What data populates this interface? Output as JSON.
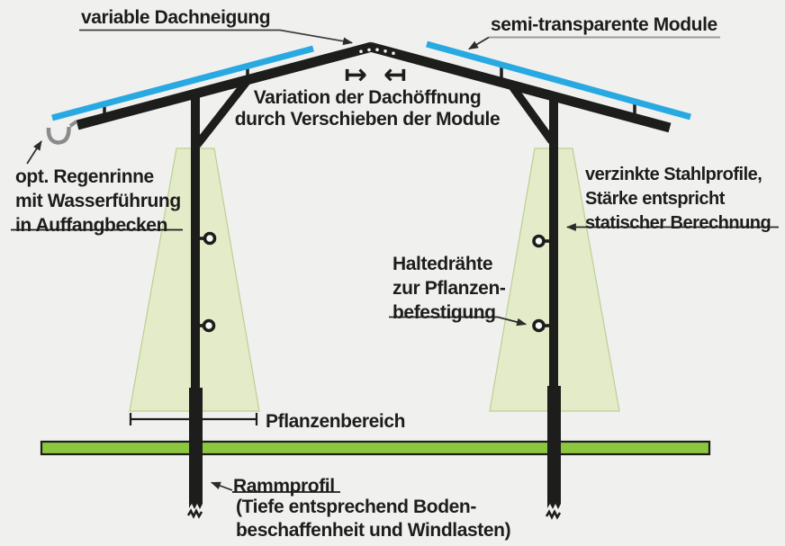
{
  "labels": {
    "roof_pitch": "variable Dachneigung",
    "modules": "semi-transparente Module",
    "opening": {
      "line1": "Variation der Dachöffnung",
      "line2": "durch Verschieben der Module"
    },
    "gutter": {
      "line1": "opt. Regenrinne",
      "line2": "mit Wasserführung",
      "line3": "in Auffangbecken"
    },
    "steel": {
      "line1": "verzinkte Stahlprofile,",
      "line2": "Stärke entspricht",
      "line3": "statischer Berechnung"
    },
    "wires": {
      "line1": "Haltedrähte",
      "line2": "zur Pflanzen-",
      "line3": "befestigung"
    },
    "plant_area": "Pflanzenbereich",
    "ram": {
      "line1": "Rammprofil",
      "line2": "(Tiefe entsprechend Boden-",
      "line3": "beschaffenheit und Windlasten)"
    }
  },
  "icons": {
    "slide_right": "↦",
    "slide_left": "↤"
  },
  "colors": {
    "background": "#f0f0ee",
    "structure_black": "#1d1d1b",
    "module_blue": "#29a9e1",
    "plant_area_fill": "#e4ebc9",
    "plant_area_border": "#bccf92",
    "ground_green": "#8dc63f",
    "gutter_gray": "#8a8b8d",
    "leader_dark": "#2b2b2b",
    "underline_gray": "#9c9c9c",
    "text": "#1d1d1b"
  }
}
